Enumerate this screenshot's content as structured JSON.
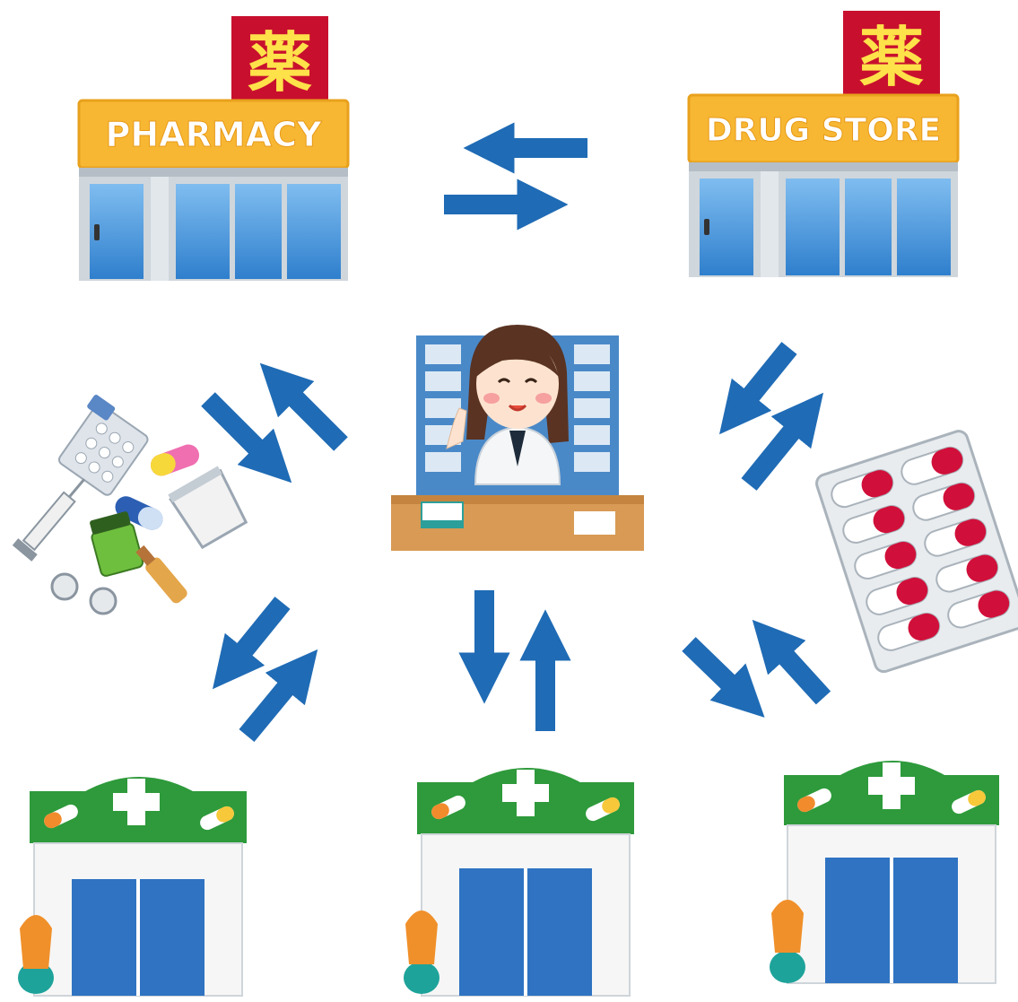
{
  "stores": {
    "pharmacy": {
      "kanji": "薬",
      "label": "PHARMACY"
    },
    "drugstore": {
      "kanji": "薬",
      "label": "DRUG STORE"
    }
  },
  "colors": {
    "arrow": "#1f6bb5",
    "sign_orange": "#f7b733",
    "kanji_red": "#c8102e",
    "kanji_yellow": "#ffe14a",
    "clinic_green": "#2e9a3b",
    "glass_blue": "#3d8fd6",
    "counter_wood": "#d89a55"
  },
  "icons": [
    "pharmacy-store-icon",
    "drugstore-icon",
    "pharmacist-icon",
    "medicines-icon",
    "capsule-blister-icon",
    "clinic-icon"
  ]
}
